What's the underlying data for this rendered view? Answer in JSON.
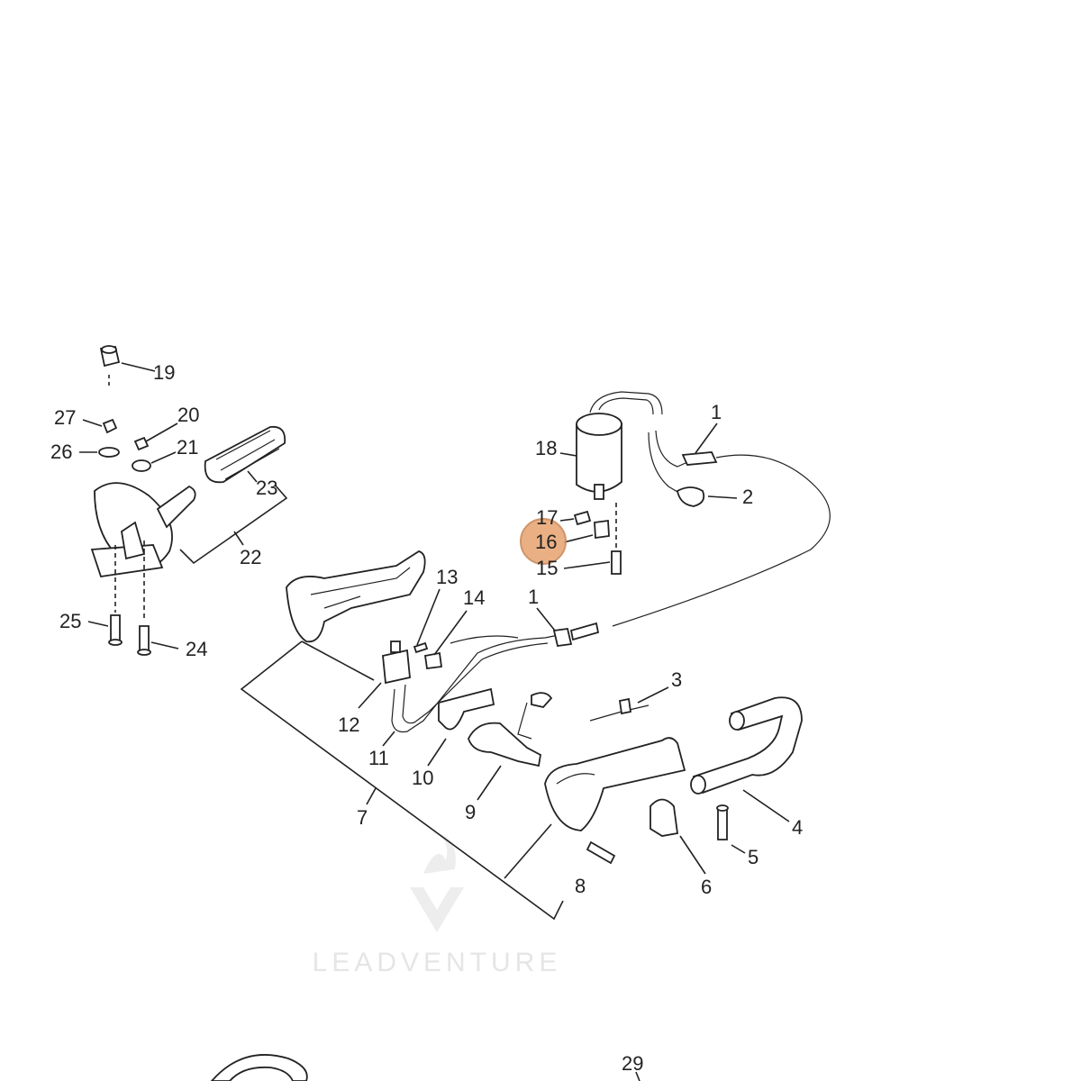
{
  "callouts": [
    {
      "n": "19"
    },
    {
      "n": "27"
    },
    {
      "n": "20"
    },
    {
      "n": "26"
    },
    {
      "n": "21"
    },
    {
      "n": "23"
    },
    {
      "n": "22"
    },
    {
      "n": "25"
    },
    {
      "n": "24"
    },
    {
      "n": "1"
    },
    {
      "n": "18"
    },
    {
      "n": "2"
    },
    {
      "n": "17"
    },
    {
      "n": "16"
    },
    {
      "n": "15"
    },
    {
      "n": "13"
    },
    {
      "n": "14"
    },
    {
      "n": "1"
    },
    {
      "n": "3"
    },
    {
      "n": "12"
    },
    {
      "n": "11"
    },
    {
      "n": "10"
    },
    {
      "n": "9"
    },
    {
      "n": "7"
    },
    {
      "n": "4"
    },
    {
      "n": "5"
    },
    {
      "n": "6"
    },
    {
      "n": "8"
    },
    {
      "n": "29"
    }
  ],
  "highlight": {
    "callout": "16",
    "color": "#e8a877",
    "border": "#c98a5a"
  },
  "watermark": {
    "text": "LEADVENTURE"
  }
}
